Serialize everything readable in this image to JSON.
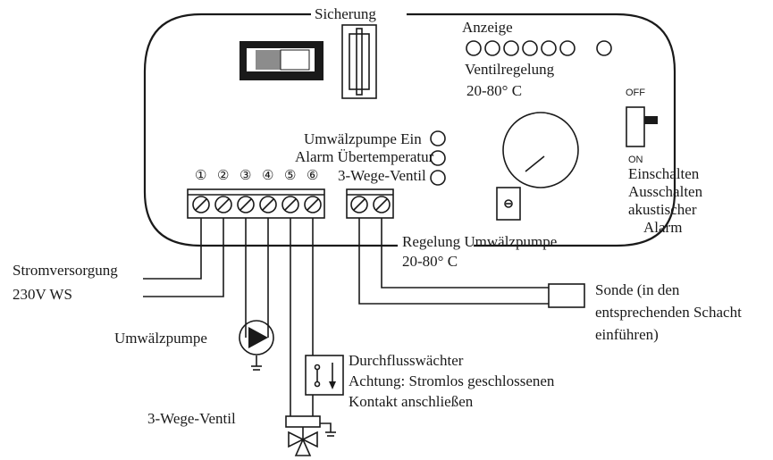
{
  "labels": {
    "fuse": "Sicherung",
    "display": "Anzeige",
    "valve_control": "Ventilregelung",
    "valve_range": "20-80° C",
    "off": "OFF",
    "on": "ON",
    "switch_desc_1": "Einschalten",
    "switch_desc_2": "Ausschalten",
    "switch_desc_3": "akustischer",
    "switch_desc_4": "Alarm",
    "pump_on": "Umwälzpumpe Ein",
    "alarm_overtemp": "Alarm Übertemperatur",
    "three_way_valve_led": "3-Wege-Ventil",
    "pump_control": "Regelung Umwälzpumpe",
    "pump_range": "20-80° C",
    "power_1": "Stromversorgung",
    "power_2": "230V WS",
    "pump": "Umwälzpumpe",
    "probe_1": "Sonde (in den",
    "probe_2": "entsprechenden Schacht",
    "probe_3": "einführen)",
    "flow_switch_1": "Durchflusswächter",
    "flow_switch_2": "Achtung: Stromlos geschlossenen",
    "flow_switch_3": "Kontakt anschließen",
    "three_way_valve": "3-Wege-Ventil"
  },
  "terminals": [
    "①",
    "②",
    "③",
    "④",
    "⑤",
    "⑥"
  ]
}
